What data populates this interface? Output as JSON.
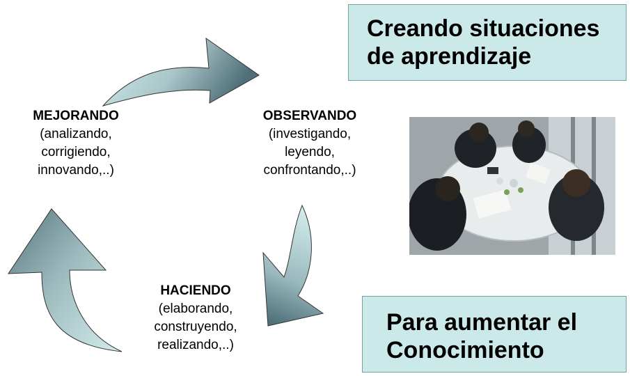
{
  "header_box": {
    "line1": "Creando situaciones",
    "line2": "de aprendizaje"
  },
  "footer_box": {
    "line1": "Para aumentar el",
    "line2": "Conocimiento"
  },
  "stages": {
    "mejorando": {
      "title": "MEJORANDO",
      "lines": [
        "(analizando,",
        "corrigiendo,",
        "innovando,..)"
      ]
    },
    "observando": {
      "title": "OBSERVANDO",
      "lines": [
        "(investigando,",
        "leyendo,",
        "confrontando,..)"
      ]
    },
    "haciendo": {
      "title": "HACIENDO",
      "lines": [
        "(elaborando,",
        "construyendo,",
        "realizando,..)"
      ]
    }
  },
  "colors": {
    "arrow_light": "#d2ecec",
    "arrow_dark": "#4f6f78",
    "box_fill": "#cce9ea"
  },
  "icons": {
    "cycle_arrow": "curved-arrow-icon",
    "photo": "business-meeting-photo"
  }
}
